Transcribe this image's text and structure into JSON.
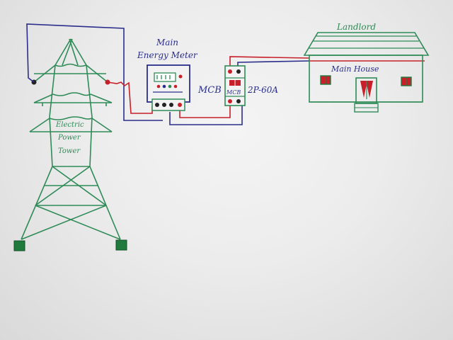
{
  "labels": {
    "meter_title_line1": "Main",
    "meter_title_line2": "Energy Meter",
    "mcb": "MCB",
    "mcb_rating": "2P-60A",
    "mcb_body_text": "MCB",
    "landlord": "Landlord",
    "main_house": "Main House",
    "tower_line1": "Electric",
    "tower_line2": "Power",
    "tower_line3": "Tower"
  },
  "colors": {
    "green_ink": "#2e8b57",
    "blue_ink": "#2a2e8a",
    "red_ink": "#c8202a",
    "black_ink": "#222222"
  }
}
